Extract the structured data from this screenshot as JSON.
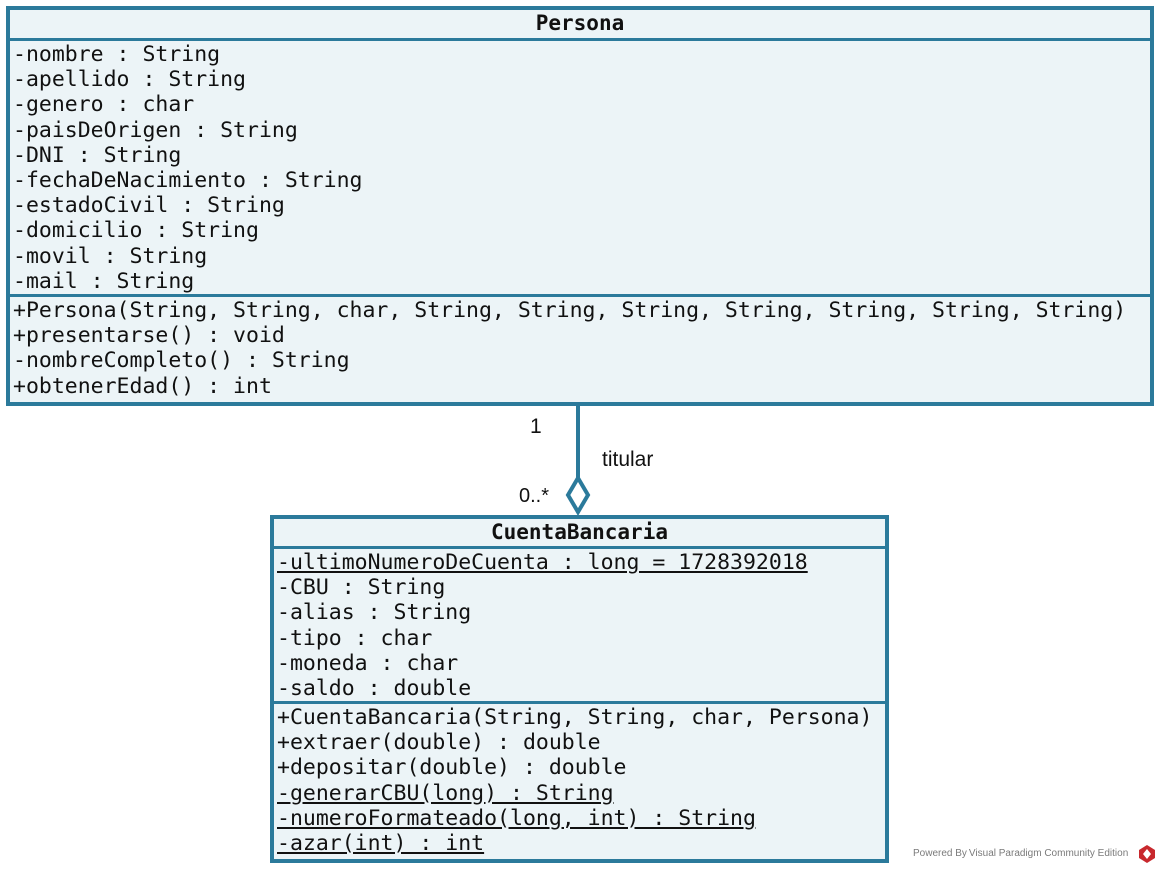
{
  "classes": {
    "persona": {
      "name": "Persona",
      "attributes": [
        {
          "text": "-nombre : String",
          "static": false
        },
        {
          "text": "-apellido : String",
          "static": false
        },
        {
          "text": "-genero : char",
          "static": false
        },
        {
          "text": "-paisDeOrigen : String",
          "static": false
        },
        {
          "text": "-DNI : String",
          "static": false
        },
        {
          "text": "-fechaDeNacimiento : String",
          "static": false
        },
        {
          "text": "-estadoCivil : String",
          "static": false
        },
        {
          "text": "-domicilio : String",
          "static": false
        },
        {
          "text": "-movil : String",
          "static": false
        },
        {
          "text": "-mail : String",
          "static": false
        }
      ],
      "operations": [
        {
          "text": "+Persona(String, String, char, String, String, String, String, String, String, String)",
          "static": false
        },
        {
          "text": "+presentarse() : void",
          "static": false
        },
        {
          "text": "-nombreCompleto() : String",
          "static": false
        },
        {
          "text": "+obtenerEdad() : int",
          "static": false
        }
      ]
    },
    "cuenta": {
      "name": "CuentaBancaria",
      "attributes": [
        {
          "text": "-ultimoNumeroDeCuenta : long = 1728392018",
          "static": true
        },
        {
          "text": "-CBU : String",
          "static": false
        },
        {
          "text": "-alias : String",
          "static": false
        },
        {
          "text": "-tipo : char",
          "static": false
        },
        {
          "text": "-moneda : char",
          "static": false
        },
        {
          "text": "-saldo : double",
          "static": false
        }
      ],
      "operations": [
        {
          "text": "+CuentaBancaria(String, String, char, Persona)",
          "static": false
        },
        {
          "text": "+extraer(double) : double",
          "static": false
        },
        {
          "text": "+depositar(double) : double",
          "static": false
        },
        {
          "text": "-generarCBU(long) : String",
          "static": true
        },
        {
          "text": "-numeroFormateado(long, int) : String",
          "static": true
        },
        {
          "text": "-azar(int) : int",
          "static": true
        }
      ]
    }
  },
  "association": {
    "role": "titular",
    "multiplicity_source": "1",
    "multiplicity_target": "0..*",
    "type": "aggregation"
  },
  "colors": {
    "border": "#2b7a9b",
    "fill": "#ecf4f7"
  },
  "watermark": {
    "text": "Powered By Visual Paradigm Community Edition"
  }
}
